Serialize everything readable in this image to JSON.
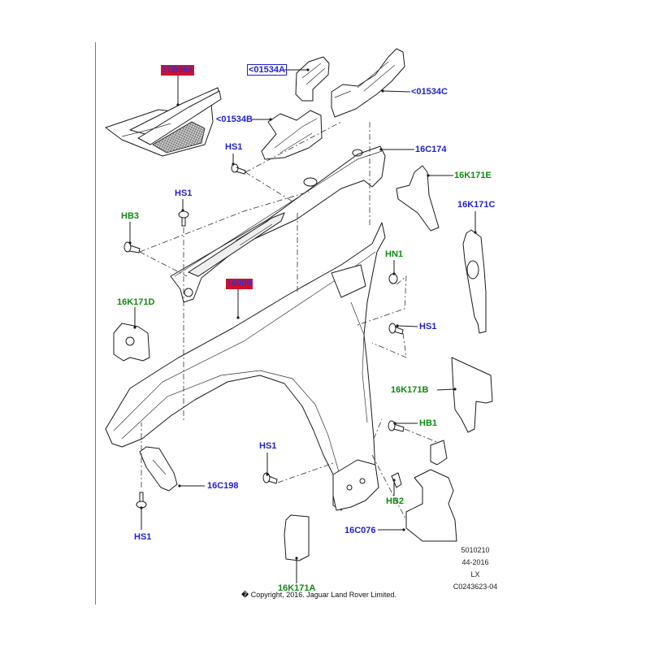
{
  "diagram": {
    "title": "Front end structure / fender apron parts diagram",
    "labels": [
      {
        "id": "17B968",
        "text": "17B968",
        "color": "blue",
        "highlight": "red"
      },
      {
        "id": "01534A",
        "text": "<01534A",
        "color": "blue",
        "highlight": "boxed"
      },
      {
        "id": "01534C",
        "text": "<01534C",
        "color": "blue"
      },
      {
        "id": "01534B",
        "text": "<01534B",
        "color": "blue"
      },
      {
        "id": "16C174",
        "text": "16C174",
        "color": "blue"
      },
      {
        "id": "16K171E",
        "text": "16K171E",
        "color": "green"
      },
      {
        "id": "16K171C",
        "text": "16K171C",
        "color": "blue"
      },
      {
        "id": "HS1-top",
        "text": "HS1",
        "color": "blue"
      },
      {
        "id": "HS1-left",
        "text": "HS1",
        "color": "blue"
      },
      {
        "id": "HB3",
        "text": "HB3",
        "color": "green"
      },
      {
        "id": "16005",
        "text": "16005",
        "color": "blue",
        "highlight": "red"
      },
      {
        "id": "HN1",
        "text": "HN1",
        "color": "green"
      },
      {
        "id": "16K171D",
        "text": "16K171D",
        "color": "green"
      },
      {
        "id": "HS1-right",
        "text": "HS1",
        "color": "blue"
      },
      {
        "id": "16K171B",
        "text": "16K171B",
        "color": "green"
      },
      {
        "id": "HB1",
        "text": "HB1",
        "color": "green"
      },
      {
        "id": "HS1-mid",
        "text": "HS1",
        "color": "blue"
      },
      {
        "id": "16C198",
        "text": "16C198",
        "color": "blue"
      },
      {
        "id": "HB2",
        "text": "HB2",
        "color": "green"
      },
      {
        "id": "HS1-bottom",
        "text": "HS1",
        "color": "blue"
      },
      {
        "id": "16C076",
        "text": "16C076",
        "color": "blue"
      },
      {
        "id": "16K171A",
        "text": "16K171A",
        "color": "green"
      }
    ],
    "meta": {
      "line1": "5010210",
      "line2": "44-2016",
      "line3": "LX",
      "line4": "C0243623-04"
    },
    "copyright": "� Copyright, 2016. Jaguar Land Rover Limited."
  },
  "colors": {
    "label_blue": "#1f1fd6",
    "label_green": "#108a10",
    "highlight_red": "#d3102a"
  }
}
